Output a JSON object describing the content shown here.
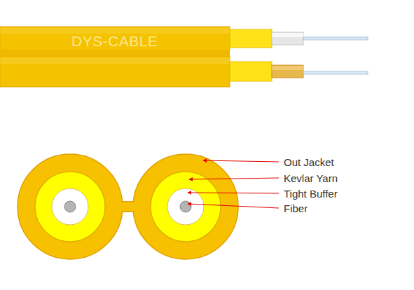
{
  "diagram": {
    "nodes": [
      {
        "text": [
          "DYS-CABLE"
        ]
      }
    ],
    "labels": [
      "Out Jacket",
      "Kevlar Yarn",
      "Tight Buffer",
      "Fiber"
    ]
  }
}
